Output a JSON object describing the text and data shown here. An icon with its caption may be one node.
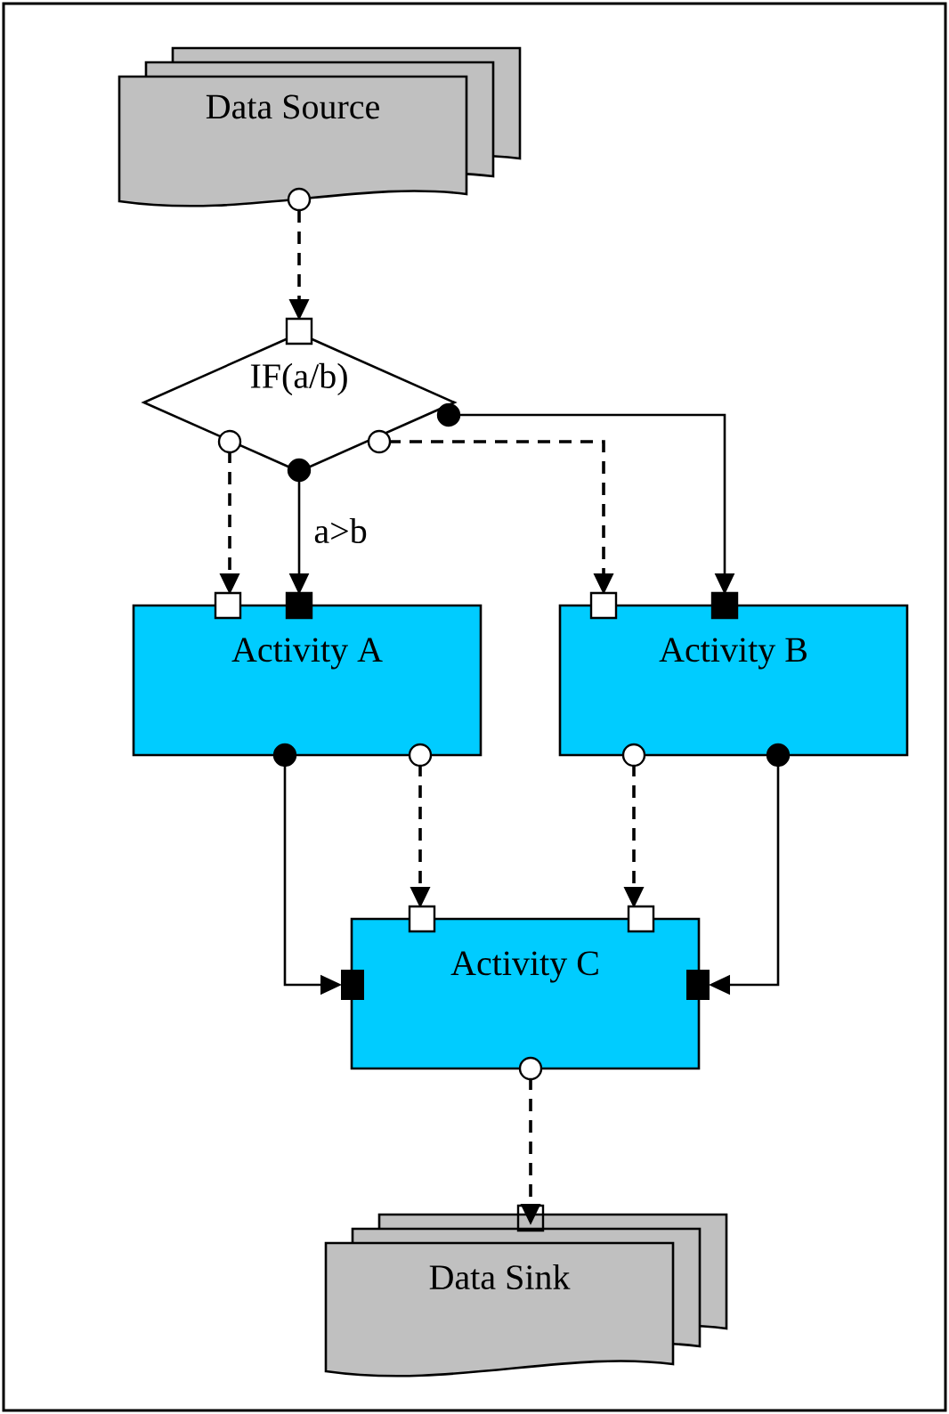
{
  "diagram": {
    "nodes": [
      {
        "text": [
          "Data Source"
        ]
      },
      {
        "text": [
          "IF(a/b)"
        ]
      },
      {
        "text": [
          "Activity A"
        ]
      },
      {
        "text": [
          "Activity B"
        ]
      },
      {
        "text": [
          "Activity C"
        ]
      },
      {
        "text": [
          "Data Sink"
        ]
      }
    ],
    "edges": [
      {
        "from": 0,
        "to": 1,
        "arrow": "to",
        "style": "dashed"
      },
      {
        "from": 1,
        "to": 2,
        "arrow": "to",
        "style": "dashed"
      },
      {
        "from": 1,
        "to": 2,
        "arrow": "to",
        "label": "a>b"
      },
      {
        "from": 1,
        "to": 3,
        "arrow": "to",
        "style": "dashed"
      },
      {
        "from": 1,
        "to": 3,
        "arrow": "to"
      },
      {
        "from": 2,
        "to": 4,
        "arrow": "to"
      },
      {
        "from": 2,
        "to": 4,
        "arrow": "to",
        "style": "dashed"
      },
      {
        "from": 3,
        "to": 4,
        "arrow": "to",
        "style": "dashed"
      },
      {
        "from": 3,
        "to": 4,
        "arrow": "to"
      },
      {
        "from": 4,
        "to": 5,
        "arrow": "to",
        "style": "dashed"
      }
    ]
  }
}
